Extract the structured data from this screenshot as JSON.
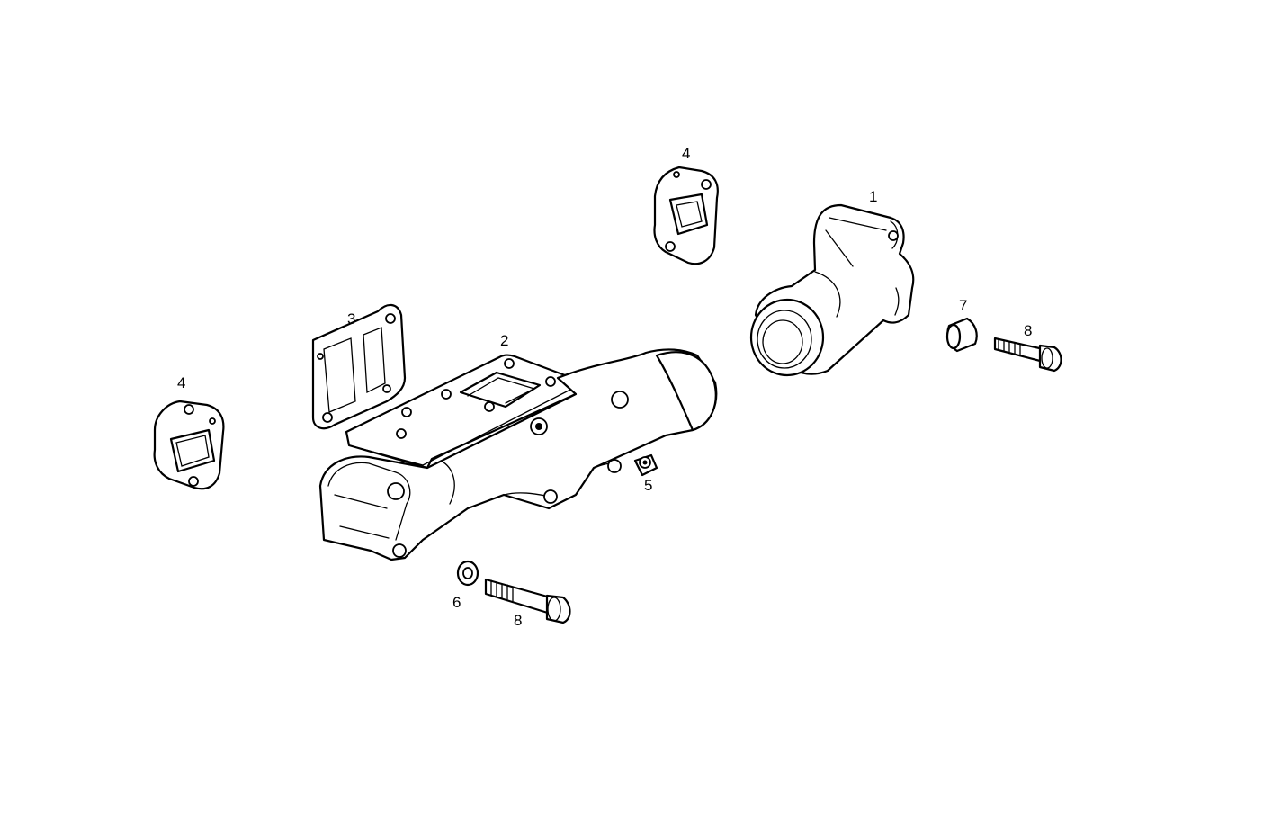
{
  "diagram": {
    "callouts": [
      {
        "id": "callout-1",
        "text": "1"
      },
      {
        "id": "callout-2",
        "text": "2"
      },
      {
        "id": "callout-3",
        "text": "3"
      },
      {
        "id": "callout-4a",
        "text": "4"
      },
      {
        "id": "callout-4b",
        "text": "4"
      },
      {
        "id": "callout-5",
        "text": "5"
      },
      {
        "id": "callout-6",
        "text": "6"
      },
      {
        "id": "callout-7",
        "text": "7"
      },
      {
        "id": "callout-8a",
        "text": "8"
      },
      {
        "id": "callout-8b",
        "text": "8"
      }
    ]
  }
}
